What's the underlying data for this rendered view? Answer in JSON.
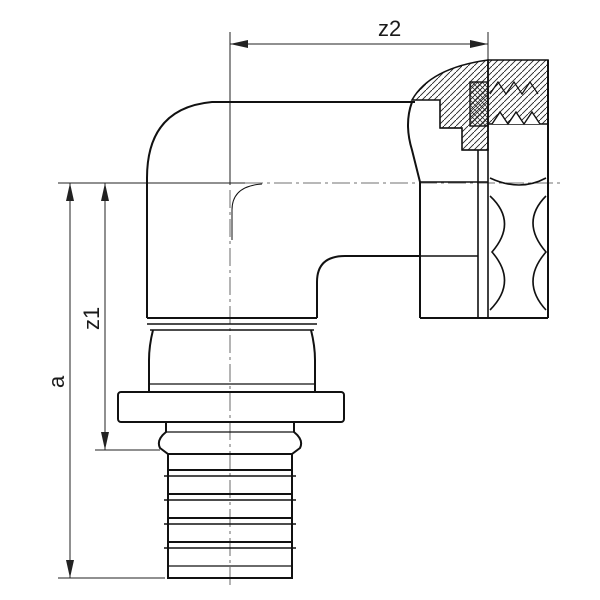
{
  "dimensions": {
    "a": "a",
    "z1": "z1",
    "z2": "z2"
  }
}
